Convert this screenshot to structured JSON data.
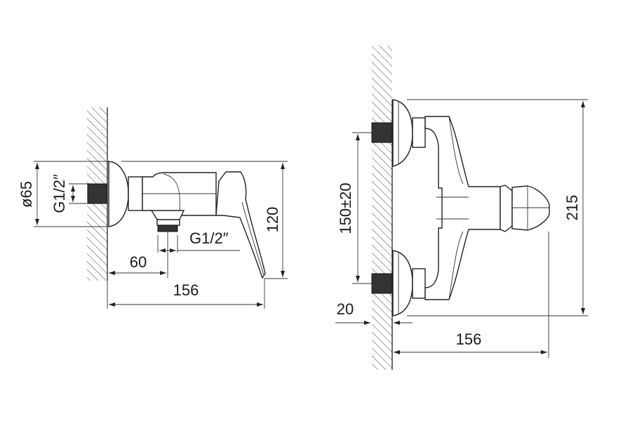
{
  "side_view": {
    "diameter_label": "ø65",
    "inlet_thread_label": "G1/2″",
    "outlet_thread_label": "G1/2″",
    "outlet_offset_label": "60",
    "depth_label": "156",
    "height_label": "120"
  },
  "front_view": {
    "height_label": "215",
    "inlet_spacing_label": "150±20",
    "wall_thread_depth_label": "20",
    "depth_label": "156"
  }
}
